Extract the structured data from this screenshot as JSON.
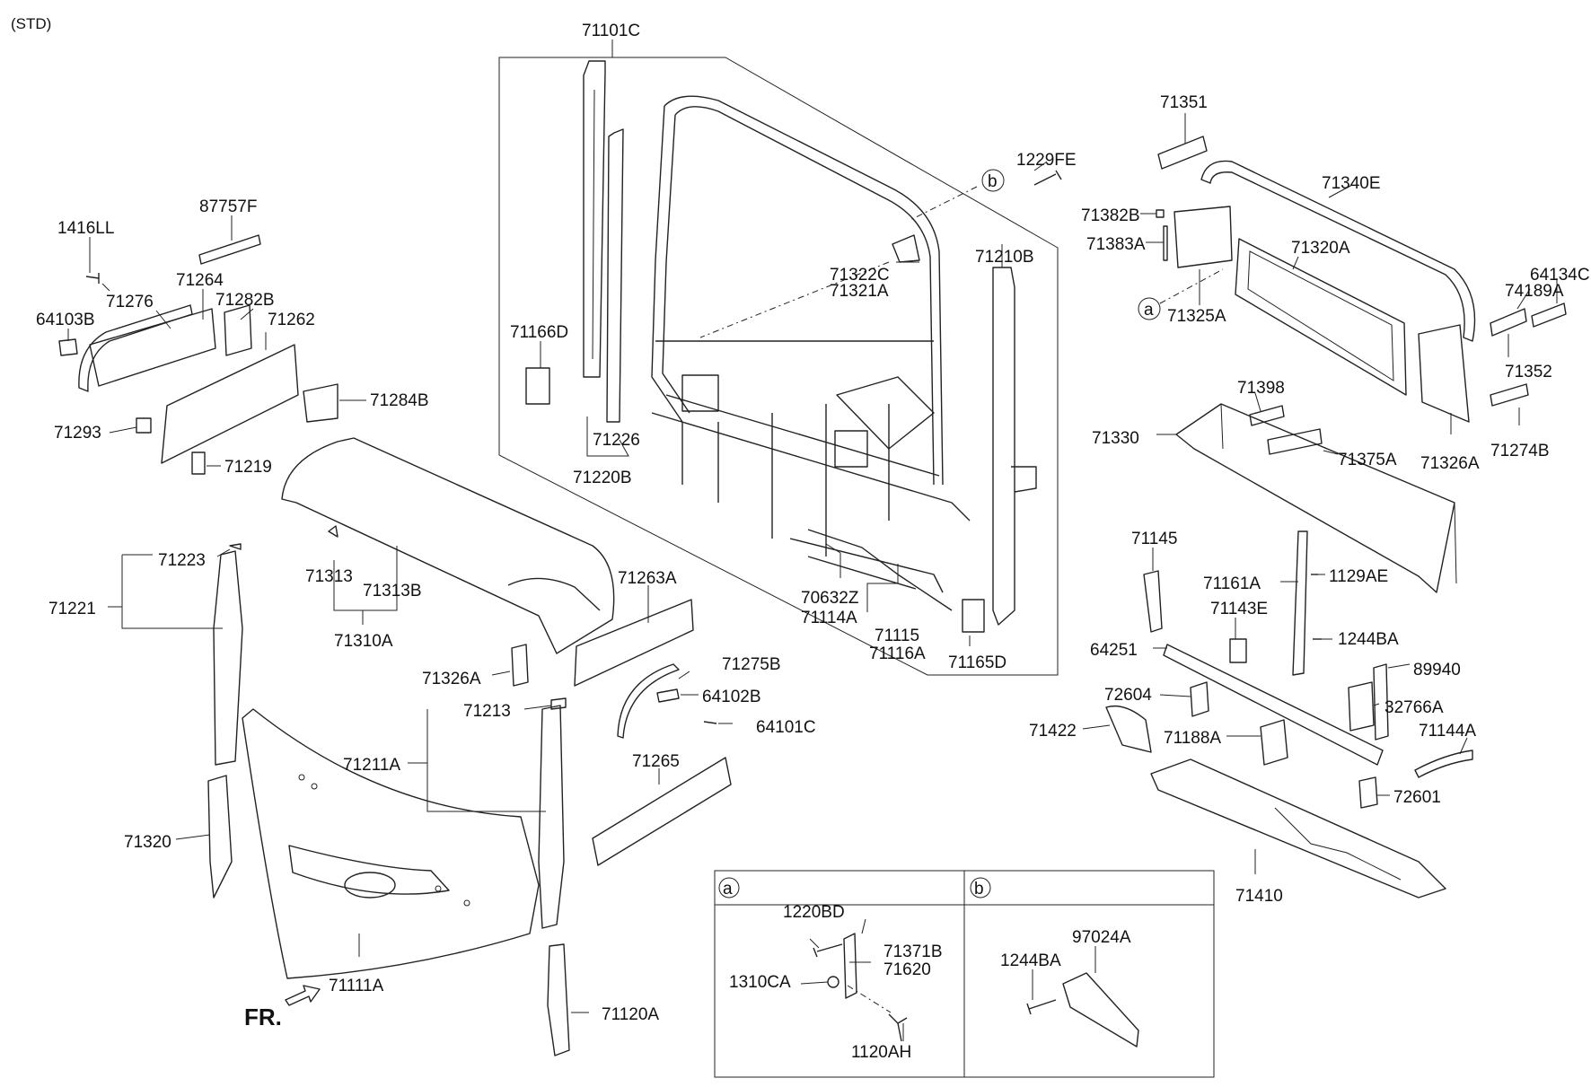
{
  "header": {
    "variant": "(STD)"
  },
  "front_marker": {
    "label": "FR."
  },
  "callouts": {
    "a": "a",
    "b": "b"
  },
  "detail_a": {
    "label": "a"
  },
  "detail_b": {
    "label": "b"
  },
  "labels": {
    "p71101C": "71101C",
    "p87757F": "87757F",
    "p1416LL": "1416LL",
    "p71264": "71264",
    "p71276": "71276",
    "p71282B": "71282B",
    "p64103B": "64103B",
    "p71262": "71262",
    "p71284B": "71284B",
    "p71293": "71293",
    "p71219": "71219",
    "p71166D": "71166D",
    "p71226": "71226",
    "p71220B": "71220B",
    "p1229FE": "1229FE",
    "p71322C": "71322C",
    "p71321A": "71321A",
    "p71210B": "71210B",
    "p71223": "71223",
    "p71221": "71221",
    "p71313": "71313",
    "p71313B": "71313B",
    "p71310A": "71310A",
    "p71263A": "71263A",
    "p70632Z": "70632Z",
    "p71114A": "71114A",
    "p71115": "71115",
    "p71116A": "71116A",
    "p71165D": "71165D",
    "p71326A_l": "71326A",
    "p71275B": "71275B",
    "p64102B": "64102B",
    "p71213": "71213",
    "p64101C": "64101C",
    "p71211A": "71211A",
    "p71265": "71265",
    "p71320_l": "71320",
    "p71111A": "71111A",
    "p71120A": "71120A",
    "p71351": "71351",
    "p71340E": "71340E",
    "p71382B": "71382B",
    "p71383A": "71383A",
    "p71320A": "71320A",
    "p71325A": "71325A",
    "p74189A": "74189A",
    "p64134C": "64134C",
    "p71352": "71352",
    "p71398": "71398",
    "p71330": "71330",
    "p71375A": "71375A",
    "p71326A_r": "71326A",
    "p71274B": "71274B",
    "p71145": "71145",
    "p71161A": "71161A",
    "p1129AE": "1129AE",
    "p71143E": "71143E",
    "p1244BA_m": "1244BA",
    "p64251": "64251",
    "p89940": "89940",
    "p72604": "72604",
    "p32766A": "32766A",
    "p71422": "71422",
    "p71188A": "71188A",
    "p71144A": "71144A",
    "p72601": "72601",
    "p71410": "71410",
    "p1220BD": "1220BD",
    "p71371B": "71371B",
    "p71620": "71620",
    "p1310CA": "1310CA",
    "p1120AH": "1120AH",
    "p1244BA_b": "1244BA",
    "p97024A": "97024A"
  }
}
